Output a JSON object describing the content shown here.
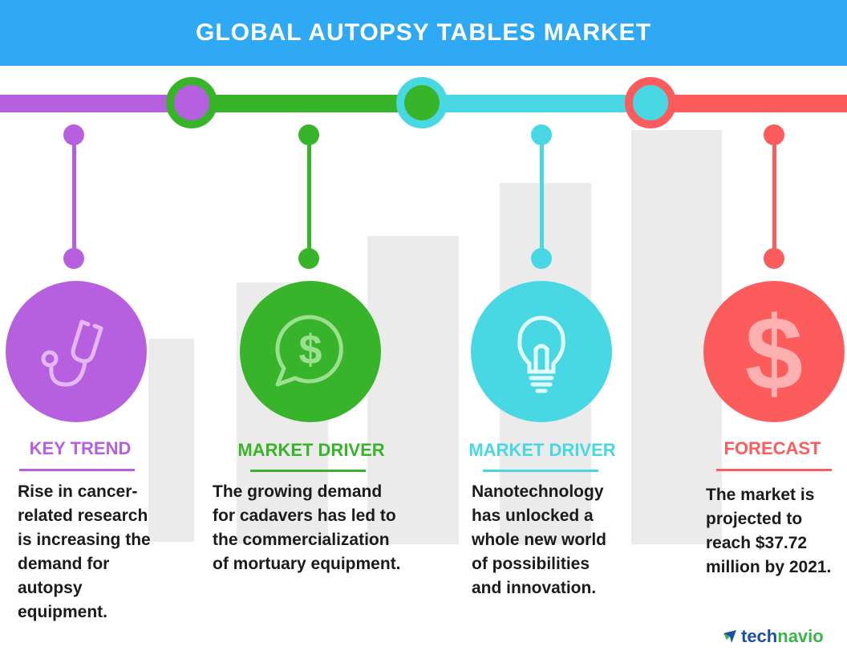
{
  "title": "GLOBAL AUTOPSY TABLES MARKET",
  "colors": {
    "header": "#2fa9f4",
    "purple": "#b660e0",
    "green": "#38b42a",
    "cyan": "#48d8e4",
    "red": "#fd5c5c"
  },
  "sections": [
    {
      "heading": "KEY TREND",
      "text": "Rise in cancer-\nrelated research\nis increasing the\ndemand for\nautopsy\nequipment.",
      "icon": "stethoscope-icon"
    },
    {
      "heading": "MARKET DRIVER",
      "text": "The growing demand\nfor cadavers has led to\nthe commercialization\nof mortuary equipment.",
      "icon": "dollar-speech-bubble-icon"
    },
    {
      "heading": "MARKET DRIVER",
      "text": "Nanotechnology\nhas unlocked a\nwhole new world\nof possibilities\nand innovation.",
      "icon": "lightbulb-icon"
    },
    {
      "heading": "FORECAST",
      "text": "The market is\nprojected to\nreach $37.72\nmillion by 2021.",
      "icon": "dollar-icon"
    }
  ],
  "logo": {
    "part1": "tech",
    "part2": "navio"
  }
}
